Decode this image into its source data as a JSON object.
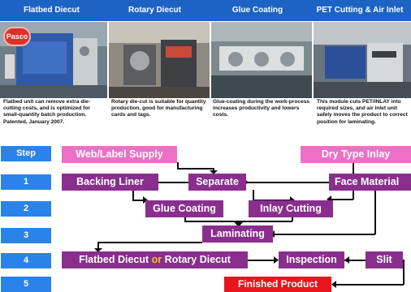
{
  "header": {
    "cols": [
      "Flatbed Diecut",
      "Rotary Diecut",
      "Glue Coating",
      "PET Cutting & Air Inlet"
    ]
  },
  "logo": {
    "text": "Pasco"
  },
  "descriptions": [
    "Flatbed unit can remove extra die-cutting costs, and is optimized for small-quantity batch production. Patented, January 2007.",
    "Rotary die-cut is suitable for quantity production, good for manufacturing cards and tags.",
    "Glue-coating during the work-process increases productivity and lowers costs.",
    "This module cuts PET/INLAY into required sizes, and air inlet unit safely moves the product to correct position for laminating."
  ],
  "steps": [
    "Step",
    "1",
    "2",
    "3",
    "4",
    "5"
  ],
  "flow": {
    "web_label_supply": "Web/Label Supply",
    "dry_type_inlay": "Dry Type Inlay",
    "backing_liner": "Backing Liner",
    "separate": "Separate",
    "face_material": "Face Material",
    "glue_coating": "Glue Coating",
    "inlay_cutting": "Inlay Cutting",
    "laminating": "Laminating",
    "flatbed_diecut": "Flatbed Diecut",
    "or": "or",
    "rotary_diecut": "Rotary Diecut",
    "inspection": "Inspection",
    "slit": "Slit",
    "finished_product": "Finished Product"
  },
  "colors": {
    "header": "#1c63c4",
    "step": "#2a83e8",
    "supply_box": "#ee6fc4",
    "process_box": "#8a2e8e",
    "finished_box": "#e8141e",
    "or_text": "#f4c316"
  }
}
